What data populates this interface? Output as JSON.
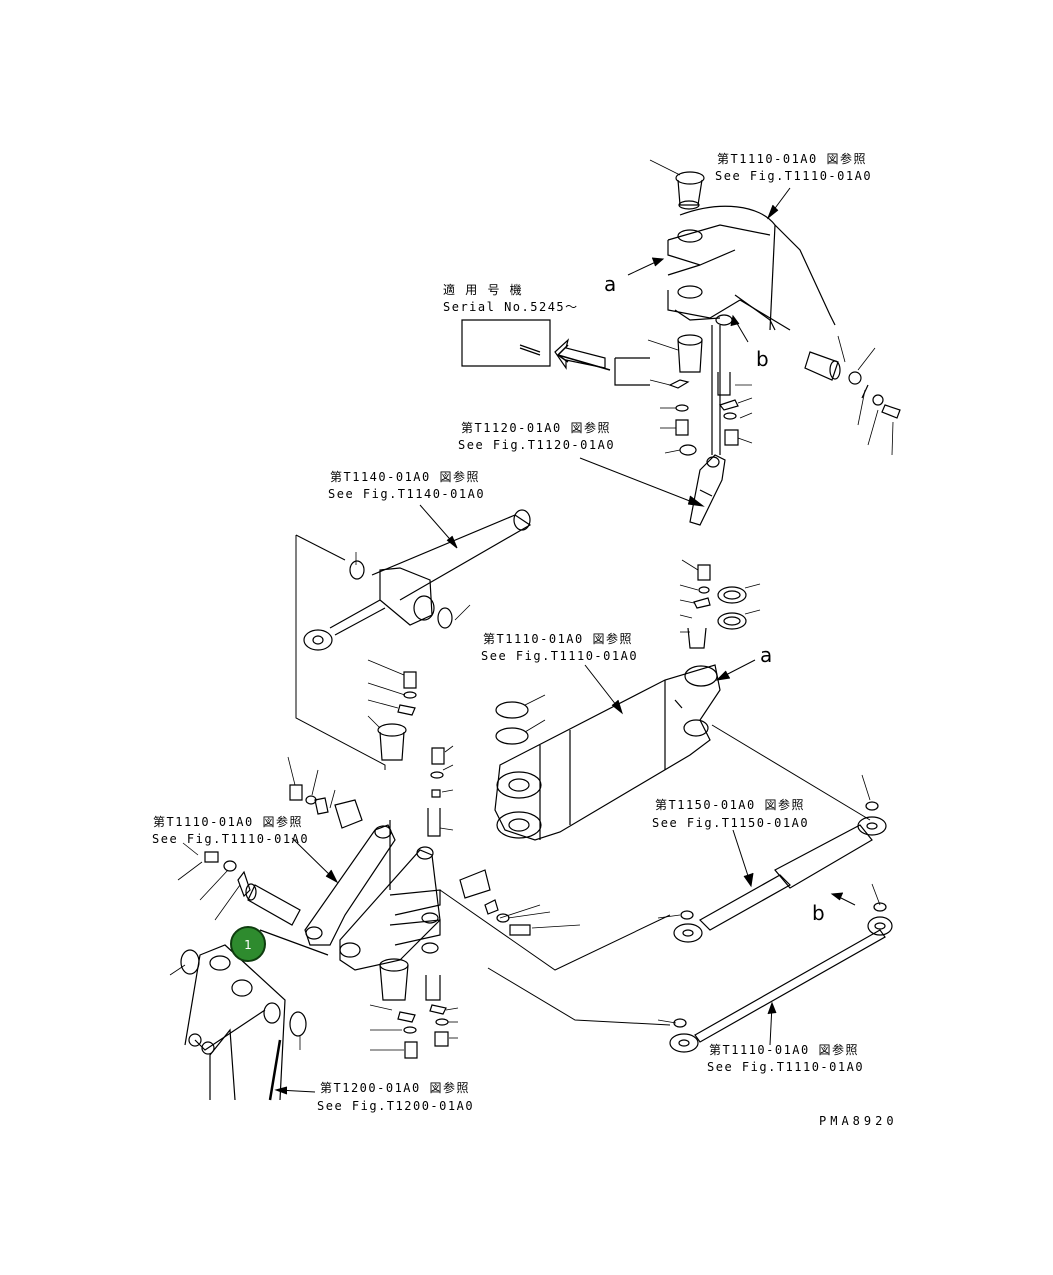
{
  "refs": {
    "r1": {
      "jp": "第T1110-01A0 図参照",
      "en": "See Fig.T1110-01A0"
    },
    "r2": {
      "jp": "第T1120-01A0 図参照",
      "en": "See Fig.T1120-01A0"
    },
    "r3": {
      "jp": "第T1140-01A0 図参照",
      "en": "See Fig.T1140-01A0"
    },
    "r4": {
      "jp": "第T1110-01A0 図参照",
      "en": "See Fig.T1110-01A0"
    },
    "r5": {
      "jp": "第T1110-01A0 図参照",
      "en": "See Fig.T1110-01A0"
    },
    "r6": {
      "jp": "第T1150-01A0 図参照",
      "en": "See Fig.T1150-01A0"
    },
    "r7": {
      "jp": "第T1110-01A0 図参照",
      "en": "See Fig.T1110-01A0"
    },
    "r8": {
      "jp": "第T1200-01A0 図参照",
      "en": "See Fig.T1200-01A0"
    }
  },
  "serial": {
    "jp": "適 用 号 機",
    "en": "Serial No.5245～"
  },
  "letters": {
    "a": "a",
    "b": "b"
  },
  "marker": {
    "label": "1",
    "color": "#2e8b2e"
  },
  "drawing_code": "PMA8920"
}
